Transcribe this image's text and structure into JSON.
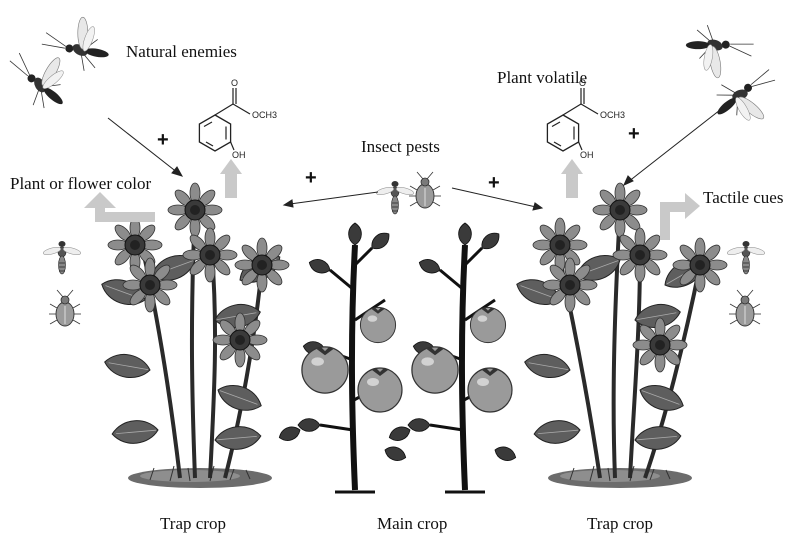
{
  "labels": {
    "natural_enemies": "Natural enemies",
    "plant_volatile": "Plant volatile",
    "insect_pests": "Insect pests",
    "plant_flower_color": "Plant or flower color",
    "tactile_cues": "Tactile cues",
    "trap_crop_left": "Trap crop",
    "main_crop": "Main crop",
    "trap_crop_right": "Trap crop"
  },
  "chemical": {
    "substituent_ester": "OCH3",
    "ester_oxygen": "O",
    "substituent_hydroxyl": "OH"
  },
  "plus_sign": "+",
  "icons": {
    "wasp": "parasitoid-wasp-icon",
    "aphid": "aphid-icon",
    "sunflower": "sunflower-plant-icon",
    "tomato": "tomato-plant-icon",
    "molecule": "methyl-salicylate-molecule-icon",
    "arrow": "gray-arrow-icon"
  },
  "colors": {
    "arrow_gray": "#c9c9c9",
    "leaf_dark": "#4a4a4a",
    "leaf_mid": "#7a7a7a",
    "fruit": "#9a9a9a",
    "petal": "#8c8c8c"
  }
}
